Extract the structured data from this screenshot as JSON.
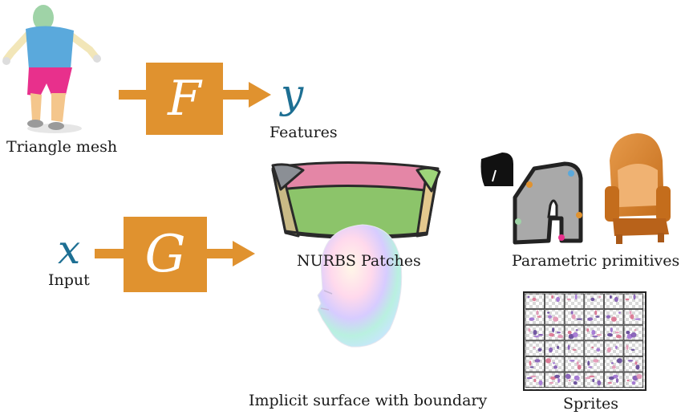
{
  "colors": {
    "operator_fill": "#e0922f",
    "math_symbol": "#1d6f93",
    "text": "#1a1a1a"
  },
  "top_pipeline": {
    "input_label": "Triangle mesh",
    "operator_symbol": "F",
    "output_symbol": "y",
    "output_label": "Features"
  },
  "bottom_pipeline": {
    "input_symbol": "x",
    "input_label": "Input",
    "operator_symbol": "G"
  },
  "outputs": {
    "nurbs": "NURBS Patches",
    "parametric": "Parametric primitives",
    "implicit": "Implicit surface with boundary",
    "sprites": "Sprites"
  }
}
